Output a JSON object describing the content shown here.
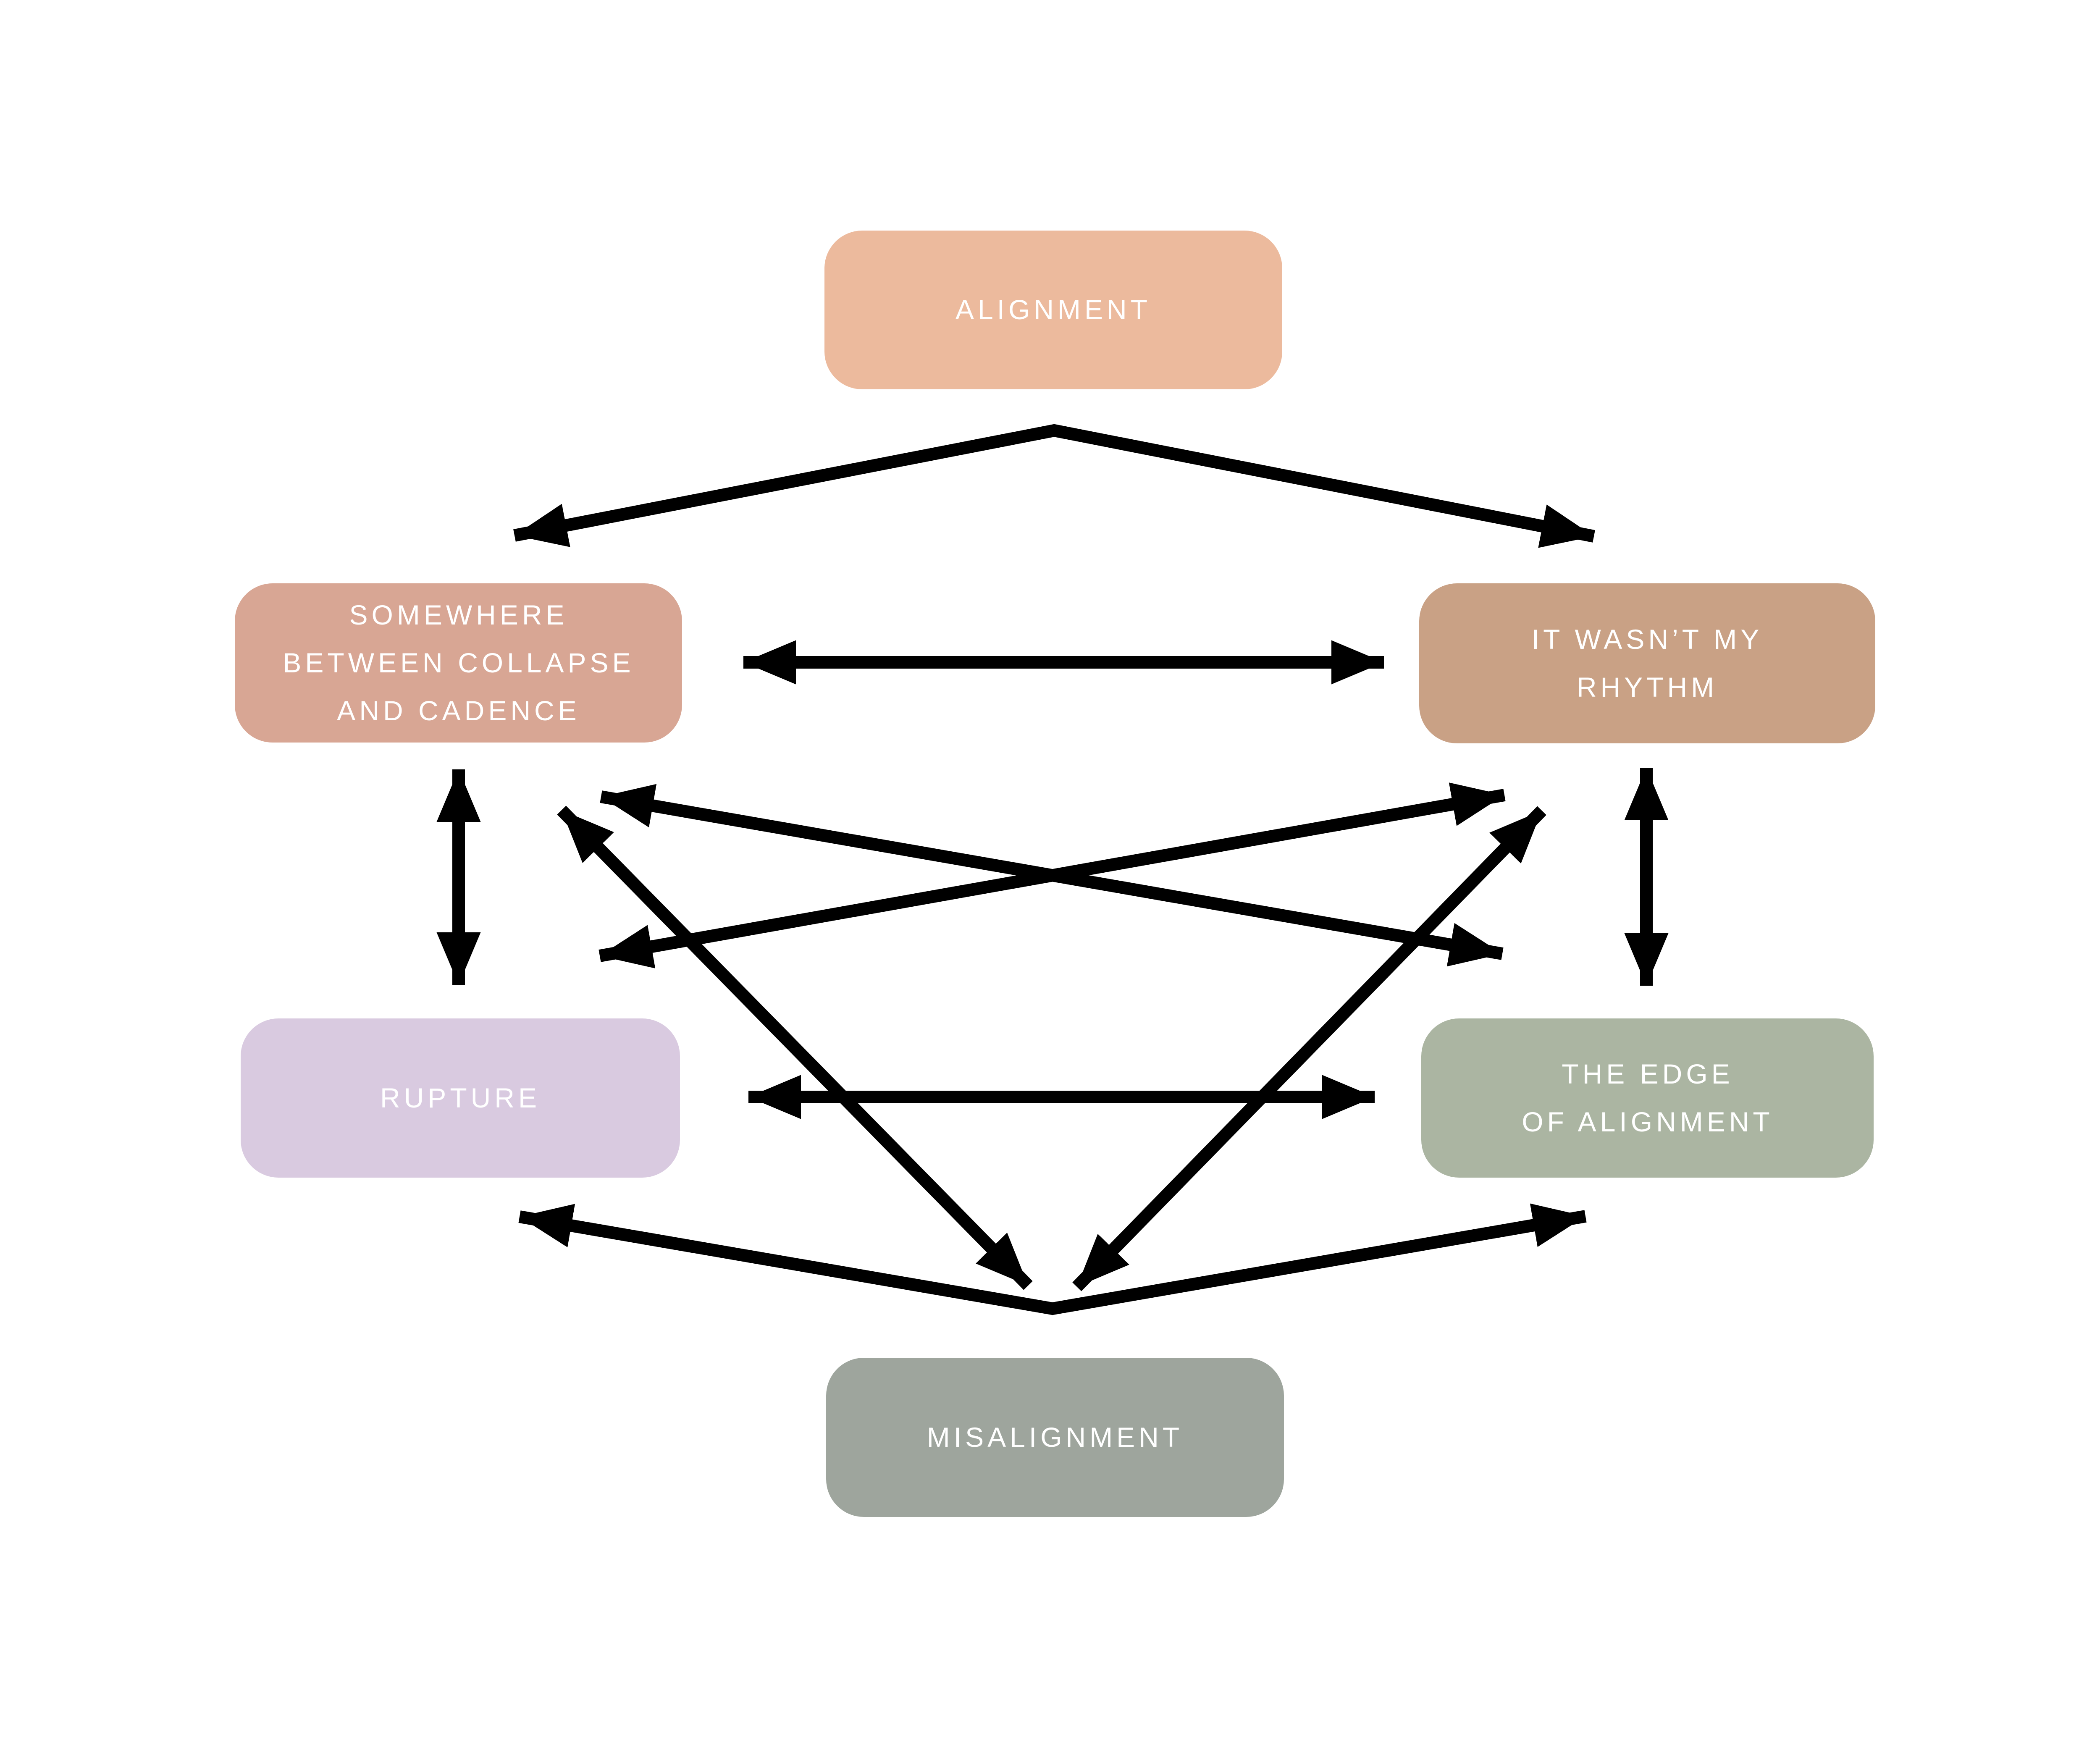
{
  "title": "Alignment relationship diagram",
  "background": "#FFFFFF",
  "style": {
    "arrow_color": "#000000",
    "label_color": "#FFFFFF",
    "arrow_style": "double-headed"
  },
  "nodes": [
    {
      "id": "alignment",
      "label": "ALIGNMENT",
      "lines": [
        "ALIGNMENT"
      ],
      "color": "#ECBA9D"
    },
    {
      "id": "somewhere-between-collapse-and-cadence",
      "label": "SOMEWHERE BETWEEN COLLAPSE AND CADENCE",
      "lines": [
        "SOMEWHERE",
        "BETWEEN COLLAPSE",
        "AND CADENCE"
      ],
      "color": "#D8A694"
    },
    {
      "id": "it-wasnt-my-rhythm",
      "label": "IT WASN’T MY RHYTHM",
      "lines": [
        "IT WASN’T MY",
        "RHYTHM"
      ],
      "color": "#C9A185"
    },
    {
      "id": "rupture",
      "label": "RUPTURE",
      "lines": [
        "RUPTURE"
      ],
      "color": "#D9CAE0"
    },
    {
      "id": "the-edge-of-alignment",
      "label": "THE EDGE OF ALIGNMENT",
      "lines": [
        "THE EDGE",
        "OF ALIGNMENT"
      ],
      "color": "#ABB5A2"
    },
    {
      "id": "misalignment",
      "label": "MISALIGNMENT",
      "lines": [
        "MISALIGNMENT"
      ],
      "color": "#9EA59D"
    }
  ],
  "edges": [
    {
      "from": "alignment",
      "to": "somewhere-between-collapse-and-cadence",
      "style": "bidirectional"
    },
    {
      "from": "alignment",
      "to": "it-wasnt-my-rhythm",
      "style": "bidirectional"
    },
    {
      "from": "somewhere-between-collapse-and-cadence",
      "to": "it-wasnt-my-rhythm",
      "style": "bidirectional"
    },
    {
      "from": "somewhere-between-collapse-and-cadence",
      "to": "rupture",
      "style": "bidirectional"
    },
    {
      "from": "it-wasnt-my-rhythm",
      "to": "the-edge-of-alignment",
      "style": "bidirectional"
    },
    {
      "from": "rupture",
      "to": "the-edge-of-alignment",
      "style": "bidirectional"
    },
    {
      "from": "somewhere-between-collapse-and-cadence",
      "to": "the-edge-of-alignment",
      "style": "bidirectional"
    },
    {
      "from": "rupture",
      "to": "it-wasnt-my-rhythm",
      "style": "bidirectional"
    },
    {
      "from": "somewhere-between-collapse-and-cadence",
      "to": "misalignment",
      "style": "bidirectional"
    },
    {
      "from": "it-wasnt-my-rhythm",
      "to": "misalignment",
      "style": "bidirectional"
    },
    {
      "from": "misalignment",
      "to": "rupture",
      "style": "bidirectional"
    },
    {
      "from": "misalignment",
      "to": "the-edge-of-alignment",
      "style": "bidirectional"
    }
  ]
}
